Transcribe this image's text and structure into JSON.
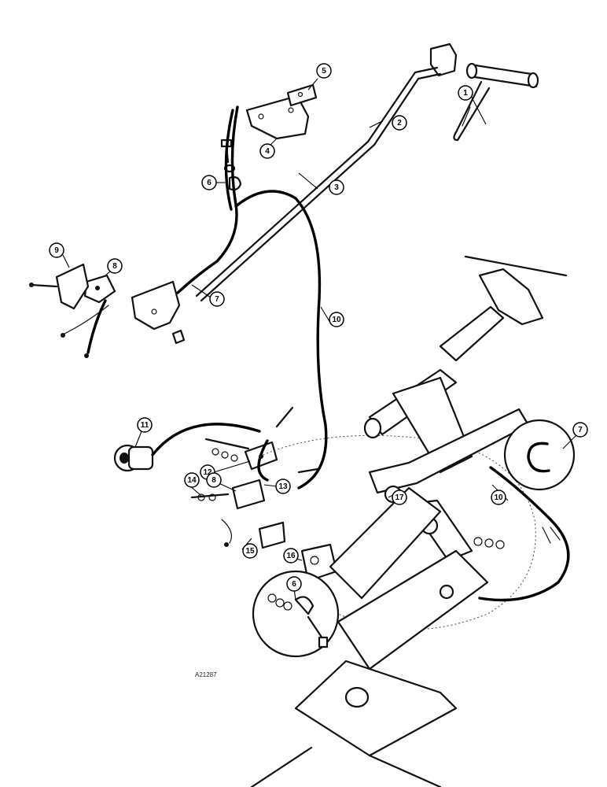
{
  "figure_code": "A21287",
  "callouts": [
    {
      "label": "1"
    },
    {
      "label": "2"
    },
    {
      "label": "3"
    },
    {
      "label": "4"
    },
    {
      "label": "5"
    },
    {
      "label": "6"
    },
    {
      "label": "7"
    },
    {
      "label": "8"
    },
    {
      "label": "9"
    },
    {
      "label": "10"
    },
    {
      "label": "11"
    },
    {
      "label": "12"
    },
    {
      "label": "13"
    },
    {
      "label": "14"
    },
    {
      "label": "8"
    },
    {
      "label": "15"
    },
    {
      "label": "16"
    },
    {
      "label": "17"
    },
    {
      "label": "7"
    },
    {
      "label": "10"
    },
    {
      "label": "6"
    }
  ]
}
